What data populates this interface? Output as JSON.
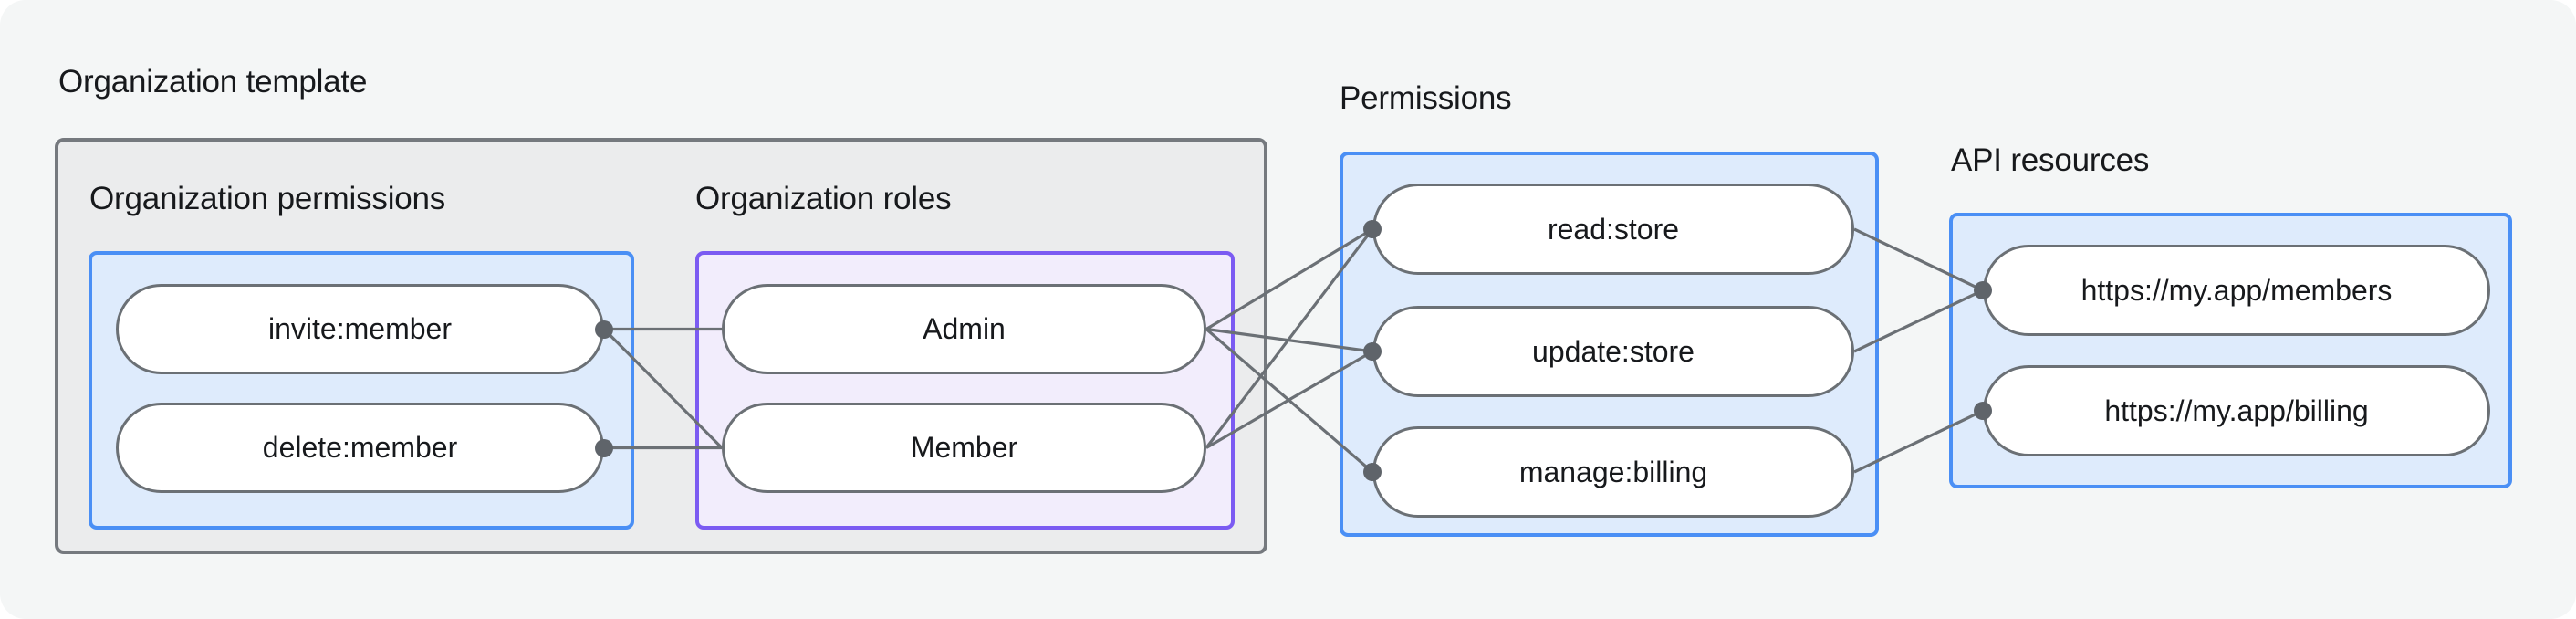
{
  "diagram": {
    "title": "Organization template",
    "section_labels": {
      "org_permissions": "Organization permissions",
      "org_roles": "Organization roles",
      "permissions": "Permissions",
      "api_resources": "API resources"
    },
    "nodes": {
      "invite": {
        "label": "invite:member"
      },
      "delete": {
        "label": "delete:member"
      },
      "admin": {
        "label": "Admin"
      },
      "member": {
        "label": "Member"
      },
      "read": {
        "label": "read:store"
      },
      "update": {
        "label": "update:store"
      },
      "manage": {
        "label": "manage:billing"
      },
      "members_api": {
        "label": "https://my.app/members"
      },
      "billing_api": {
        "label": "https://my.app/billing"
      }
    },
    "edges": [
      {
        "from": "invite",
        "to": "admin"
      },
      {
        "from": "invite",
        "to": "member"
      },
      {
        "from": "delete",
        "to": "member"
      },
      {
        "from": "admin",
        "to": "read"
      },
      {
        "from": "admin",
        "to": "update"
      },
      {
        "from": "admin",
        "to": "manage"
      },
      {
        "from": "member",
        "to": "read"
      },
      {
        "from": "member",
        "to": "update"
      },
      {
        "from": "read",
        "to": "members_api"
      },
      {
        "from": "update",
        "to": "members_api"
      },
      {
        "from": "manage",
        "to": "billing_api"
      }
    ],
    "colors": {
      "canvas-bg": "#f4f6f6",
      "group-box-bg": "#ebeced",
      "group-box-border": "#75797e",
      "blue-box-bg": "#deebfc",
      "blue-box-border": "#4a8ff5",
      "purple-box-bg": "#f2edfc",
      "purple-box-border": "#7b5bf2",
      "pill-bg": "#ffffff",
      "pill-border": "#6b7075",
      "edge-line": "#6b7075",
      "edge-dot": "#5f646a",
      "text": "#17191c"
    }
  }
}
